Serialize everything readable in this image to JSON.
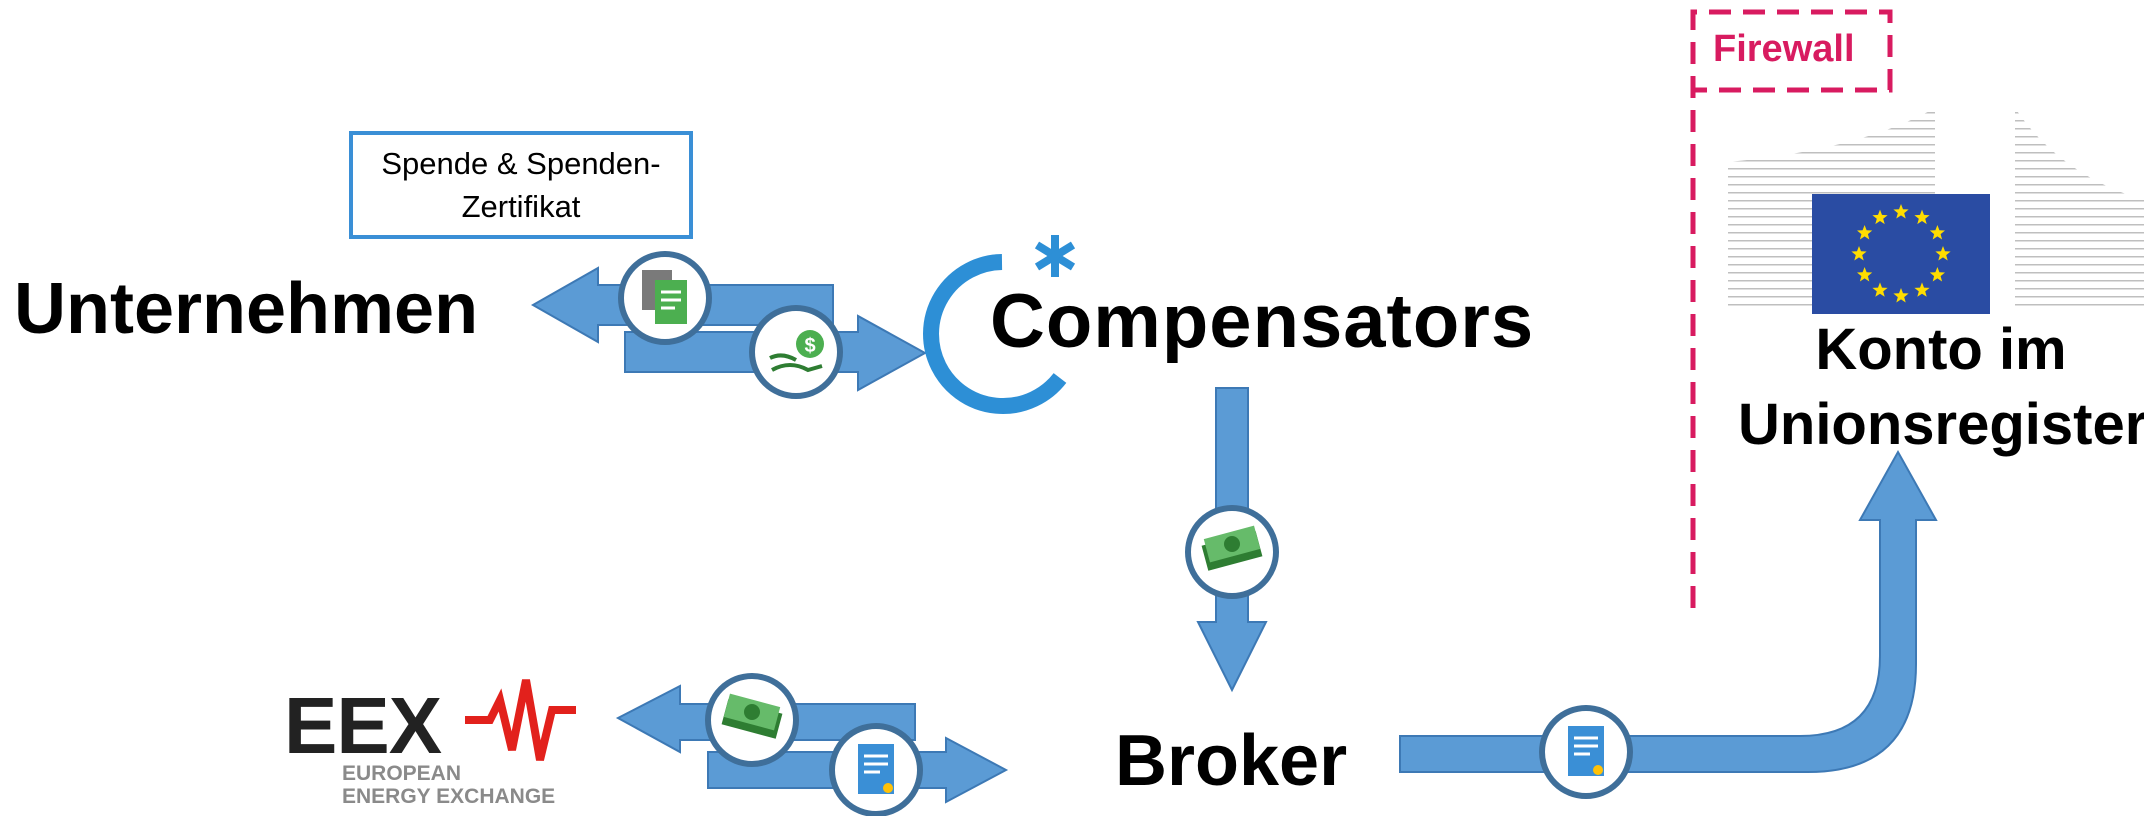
{
  "labels": {
    "unternehmen": "Unternehmen",
    "compensators": "Compensators",
    "broker": "Broker",
    "konto_line1": "Konto im",
    "konto_line2": "Unionsregister",
    "firewall": "Firewall"
  },
  "spende_box": {
    "line1": "Spende & Spenden-",
    "line2": "Zertifikat"
  },
  "eex_logo": {
    "mark": "EEX",
    "sub1": "EUROPEAN",
    "sub2": "ENERGY EXCHANGE"
  },
  "colors": {
    "arrow": "#5b9bd5",
    "arrow_dark": "#3d79b5",
    "circle_stroke": "#3f6f9a",
    "firewall": "#d81b60",
    "compensators_accent": "#2d8fd6",
    "eu_blue": "#2a4ca3",
    "eu_star": "#ffdd00",
    "eex_red": "#e2211c",
    "money_green": "#2e7d32"
  },
  "icons": [
    "document-icon",
    "money-hand-icon",
    "cash-stack-icon",
    "certificate-icon",
    "eu-flag-icon",
    "commission-building-icon"
  ]
}
